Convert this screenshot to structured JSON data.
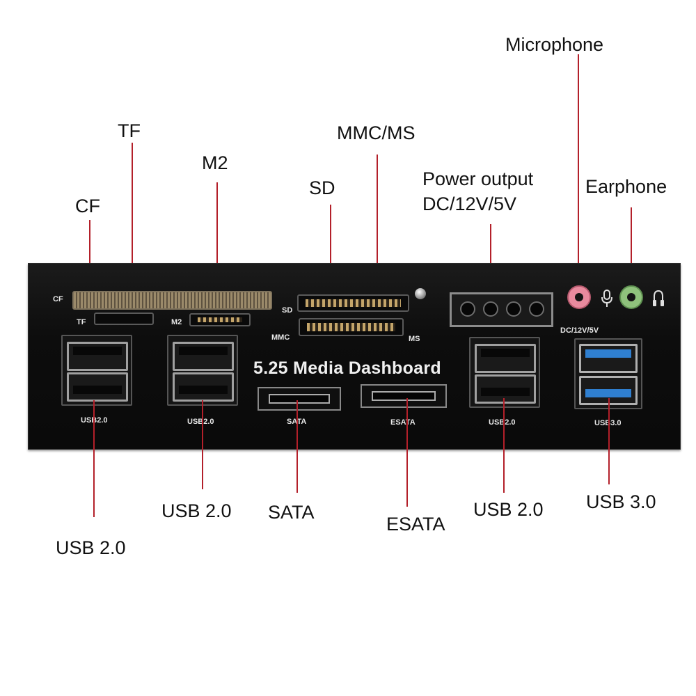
{
  "callouts": {
    "microphone": "Microphone",
    "tf": "TF",
    "mmc_ms": "MMC/MS",
    "m2": "M2",
    "sd": "SD",
    "power_line1": "Power output",
    "power_line2": "DC/12V/5V",
    "earphone": "Earphone",
    "cf": "CF",
    "usb20_left": "USB 2.0",
    "usb20_second": "USB 2.0",
    "sata": "SATA",
    "esata": "ESATA",
    "usb20_right": "USB 2.0",
    "usb30": "USB 3.0"
  },
  "panel": {
    "title": "5.25 Media Dashboard",
    "labels": {
      "cf": "CF",
      "tf": "TF",
      "m2": "M2",
      "sd": "SD",
      "mmc": "MMC",
      "ms": "MS",
      "dc": "DC/12V/5V",
      "usb1": "USB2.0",
      "usb2": "USB2.0",
      "sata": "SATA",
      "esata": "ESATA",
      "usb3": "USB2.0",
      "usb4": "USB3.0"
    },
    "icons": [
      "microphone-icon",
      "headphone-icon"
    ]
  },
  "colors": {
    "leader": "#b3202a",
    "mic_jack": "#e88a9e",
    "earphone_jack": "#8fc27c",
    "usb3_blue": "#2f7fd0"
  }
}
